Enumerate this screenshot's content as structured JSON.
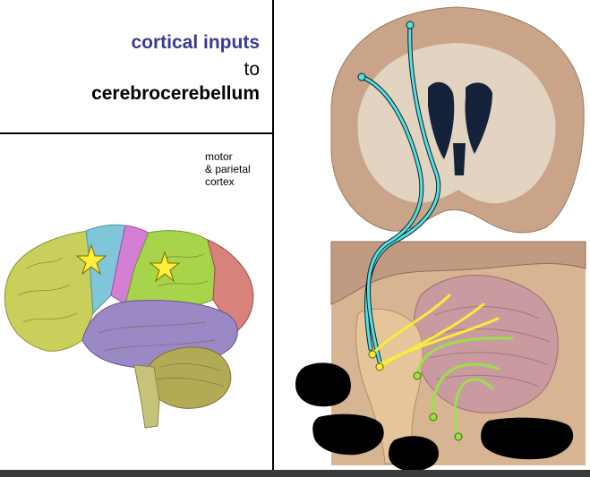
{
  "title": {
    "line1": "cortical inputs",
    "line2": "to",
    "line3": "cerebrocerebellum"
  },
  "cortex_label": {
    "line1": "motor",
    "line2": "& parietal",
    "line3": "cortex"
  },
  "colors": {
    "title_accent": "#3a3a95",
    "frontal_lobe": "#c9cf5a",
    "motor_strip": "#7fc6d8",
    "somatosensory_strip": "#d57fd4",
    "parietal_lobe": "#a8d44c",
    "occipital_lobe": "#d7827a",
    "temporal_lobe": "#9b89c6",
    "cerebellum": "#b3aa55",
    "star": "#ffef3a",
    "cortical_pathway": "#4fe3e8",
    "pontine_fibers_yellow": "#f5ee3a",
    "pontine_fibers_green": "#9be04a",
    "brain_tissue": "#c9a488",
    "brainstem_tissue": "#e0b88c"
  }
}
